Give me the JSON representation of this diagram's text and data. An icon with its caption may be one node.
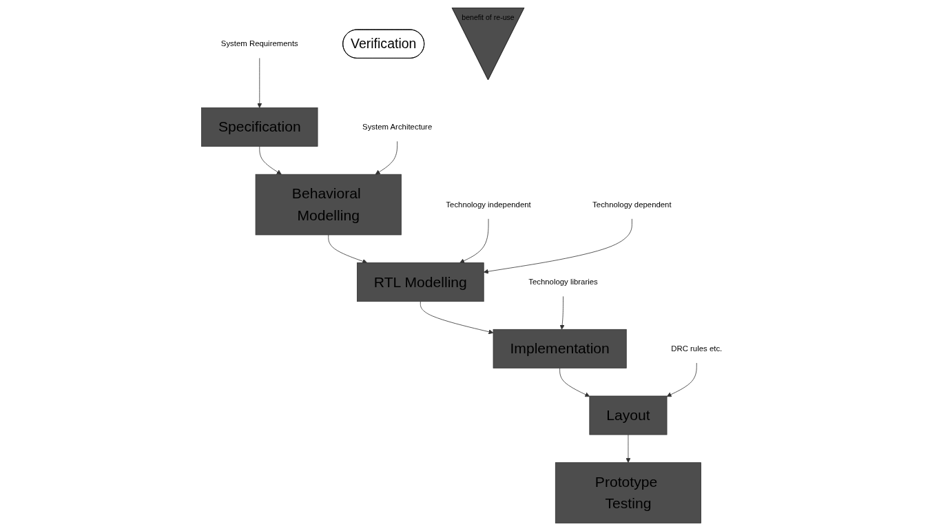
{
  "diagram": {
    "nodes": [
      {
        "text": [
          "Specification"
        ]
      },
      {
        "text": [
          "Behavioral Modelling"
        ]
      },
      {
        "text": [
          "RTL Modelling"
        ]
      },
      {
        "text": [
          "Implementation"
        ]
      },
      {
        "text": [
          "Layout"
        ]
      },
      {
        "text": [
          "Prototype Testing"
        ]
      },
      {
        "text": [
          "System Requirements"
        ]
      },
      {
        "text": [
          "System Architecture"
        ]
      },
      {
        "text": [
          "Technology independent"
        ]
      },
      {
        "text": [
          "Technology dependent"
        ]
      },
      {
        "text": [
          "Technology libraries"
        ]
      },
      {
        "text": [
          "DRC rules etc."
        ]
      },
      {
        "text": [
          "Verification"
        ]
      },
      {
        "text": [
          "benefit of re-use"
        ]
      }
    ],
    "edges": [
      {
        "from": 0,
        "to": 1,
        "arrow": "to"
      },
      {
        "from": 1,
        "to": 2,
        "arrow": "to"
      },
      {
        "from": 2,
        "to": 3,
        "arrow": "to"
      },
      {
        "from": 3,
        "to": 4,
        "arrow": "to"
      },
      {
        "from": 4,
        "to": 5,
        "arrow": "to"
      },
      {
        "from": 6,
        "to": 0,
        "arrow": "to"
      },
      {
        "from": 7,
        "to": 1,
        "arrow": "to"
      },
      {
        "from": 8,
        "to": 2,
        "arrow": "to"
      },
      {
        "from": 9,
        "to": 2,
        "arrow": "to"
      },
      {
        "from": 10,
        "to": 3,
        "arrow": "to"
      },
      {
        "from": 11,
        "to": 4,
        "arrow": "to"
      }
    ]
  }
}
